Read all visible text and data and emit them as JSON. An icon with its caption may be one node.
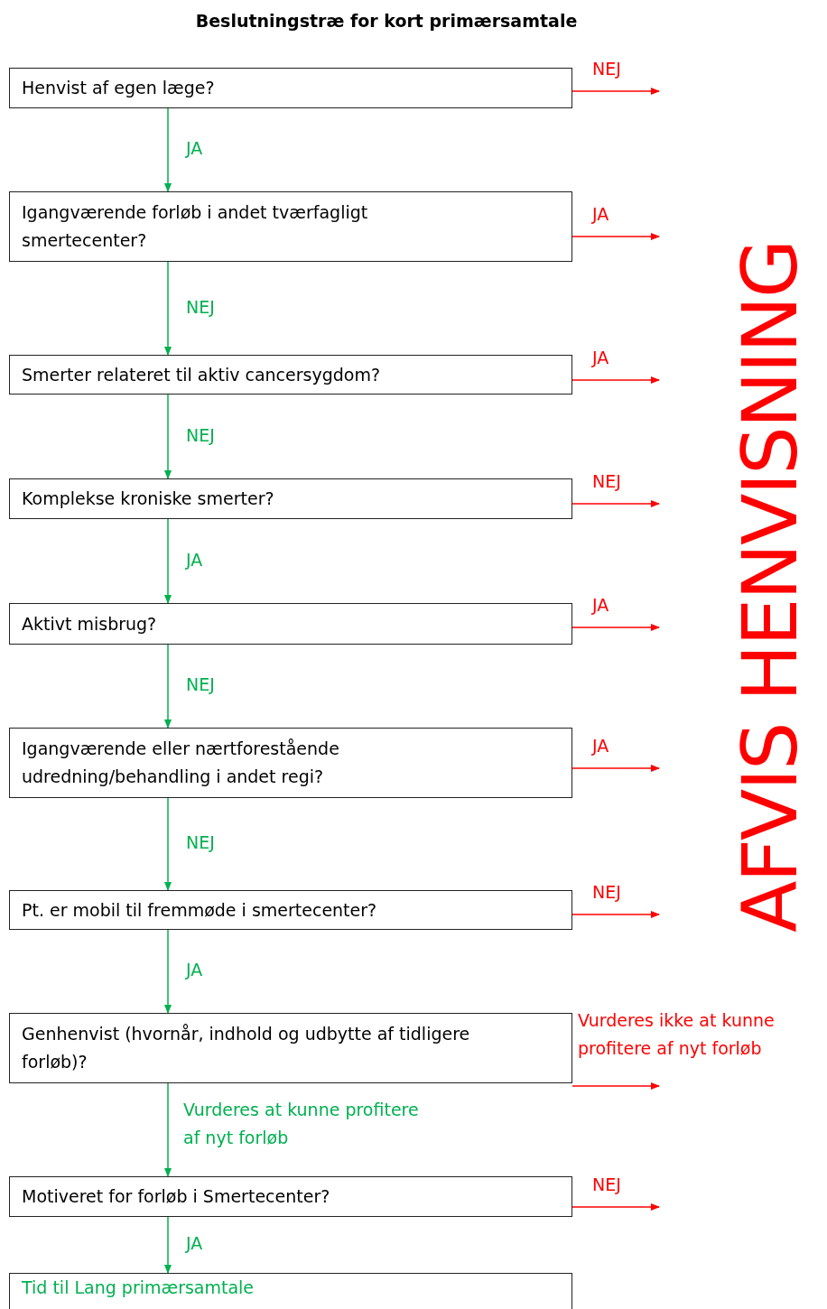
{
  "diagram": {
    "title": "Beslutningstræ for kort primærsamtale",
    "nodes": [
      {
        "text": [
          "Henvist af egen læge?"
        ]
      },
      {
        "text": [
          "Igangværende forløb i andet tværfagligt smertecenter?"
        ]
      },
      {
        "text": [
          "Smerter relateret til aktiv cancersygdom?"
        ]
      },
      {
        "text": [
          "Komplekse kroniske smerter?"
        ]
      },
      {
        "text": [
          "Aktivt misbrug?"
        ]
      },
      {
        "text": [
          "Igangværende eller nærtforestående udredning/behandling i andet regi?"
        ]
      },
      {
        "text": [
          "Pt. er mobil til fremmøde i smertecenter?"
        ]
      },
      {
        "text": [
          "Genhenvist (hvornår, indhold og udbytte af tidligere forløb)?"
        ]
      },
      {
        "text": [
          "Motiveret for forløb i Smertecenter?"
        ]
      },
      {
        "text": [
          "Tid til Lang primærsamtale"
        ]
      }
    ],
    "edges": [
      {
        "from": 0,
        "to": 1,
        "arrow": "to",
        "label": "JA",
        "color": "#00b050"
      },
      {
        "from": 1,
        "to": 2,
        "arrow": "to",
        "label": "NEJ",
        "color": "#00b050"
      },
      {
        "from": 2,
        "to": 3,
        "arrow": "to",
        "label": "NEJ",
        "color": "#00b050"
      },
      {
        "from": 3,
        "to": 4,
        "arrow": "to",
        "label": "JA",
        "color": "#00b050"
      },
      {
        "from": 4,
        "to": 5,
        "arrow": "to",
        "label": "NEJ",
        "color": "#00b050"
      },
      {
        "from": 5,
        "to": 6,
        "arrow": "to",
        "label": "NEJ",
        "color": "#00b050"
      },
      {
        "from": 6,
        "to": 7,
        "arrow": "to",
        "label": "JA",
        "color": "#00b050"
      },
      {
        "from": 7,
        "to": 8,
        "arrow": "to",
        "label": "Vurderes at kunne profitere af nyt forløb",
        "color": "#00b050"
      },
      {
        "from": 8,
        "to": 9,
        "arrow": "to",
        "label": "JA",
        "color": "#00b050"
      },
      {
        "from": 0,
        "to": null,
        "arrow": "to",
        "label": "NEJ",
        "color": "#ff0000"
      },
      {
        "from": 1,
        "to": null,
        "arrow": "to",
        "label": "JA",
        "color": "#ff0000"
      },
      {
        "from": 2,
        "to": null,
        "arrow": "to",
        "label": "JA",
        "color": "#ff0000"
      },
      {
        "from": 3,
        "to": null,
        "arrow": "to",
        "label": "NEJ",
        "color": "#ff0000"
      },
      {
        "from": 4,
        "to": null,
        "arrow": "to",
        "label": "JA",
        "color": "#ff0000"
      },
      {
        "from": 5,
        "to": null,
        "arrow": "to",
        "label": "JA",
        "color": "#ff0000"
      },
      {
        "from": 6,
        "to": null,
        "arrow": "to",
        "label": "NEJ",
        "color": "#ff0000"
      },
      {
        "from": 7,
        "to": null,
        "arrow": "to",
        "label": "Vurderes ikke at kunne profitere af nyt forløb",
        "color": "#ff0000"
      },
      {
        "from": 8,
        "to": null,
        "arrow": "to",
        "label": "NEJ",
        "color": "#ff0000"
      }
    ],
    "labels": [
      "AFVIS HENVISNING"
    ]
  }
}
